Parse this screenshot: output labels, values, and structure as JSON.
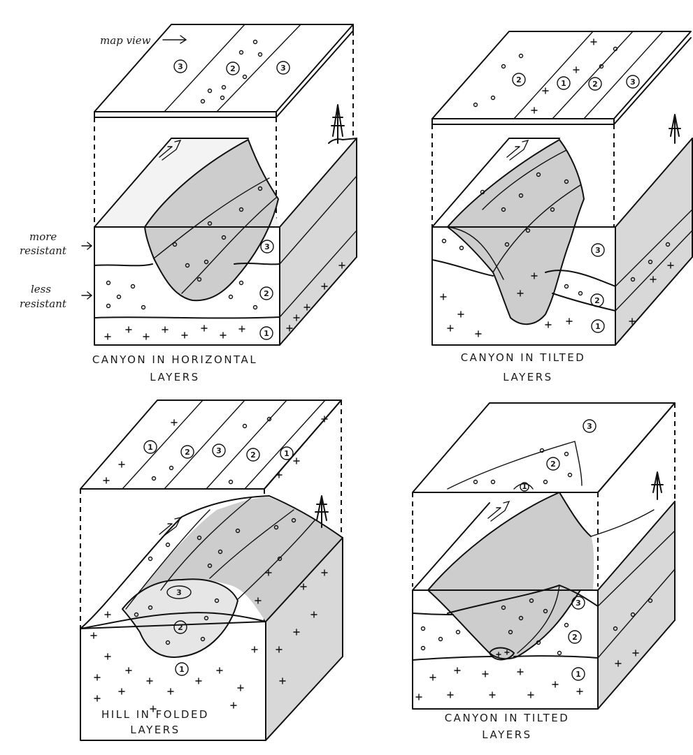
{
  "annotations": {
    "map_view": "map view",
    "more_resistant": [
      "more",
      "resistant"
    ],
    "less_resistant": [
      "less",
      "resistant"
    ],
    "north_symbol": "N"
  },
  "layer_numbers": {
    "one": "1",
    "two": "2",
    "three": "3"
  },
  "panels": [
    {
      "caption_lines": [
        "CANYON IN HORIZONTAL",
        "LAYERS"
      ]
    },
    {
      "caption_lines": [
        "CANYON IN TILTED",
        "LAYERS"
      ]
    },
    {
      "caption_lines": [
        "HILL IN FOLDED",
        "LAYERS"
      ]
    },
    {
      "caption_lines": [
        "CANYON IN TILTED",
        "LAYERS"
      ]
    }
  ],
  "colors": {
    "ink": "#111111",
    "shade": "#d8d8d8",
    "background": "#ffffff"
  }
}
